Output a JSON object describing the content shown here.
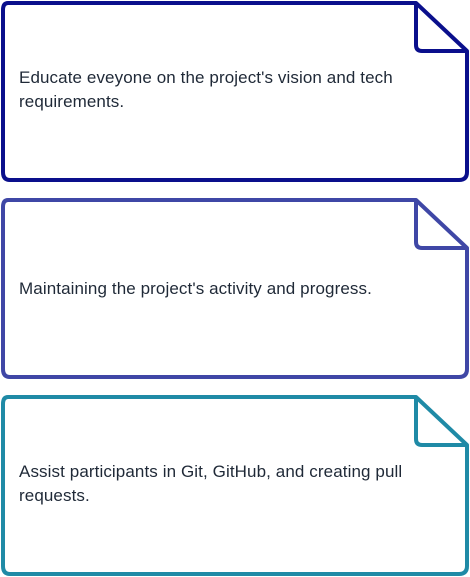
{
  "cards": [
    {
      "text": "Educate eveyone on the project's vision and tech requirements.",
      "color": "#0a0f8c"
    },
    {
      "text": "Maintaining the project's activity and progress.",
      "color": "#3f47a6"
    },
    {
      "text": "Assist participants in Git, GitHub, and creating pull requests.",
      "color": "#1f8aa6"
    }
  ]
}
